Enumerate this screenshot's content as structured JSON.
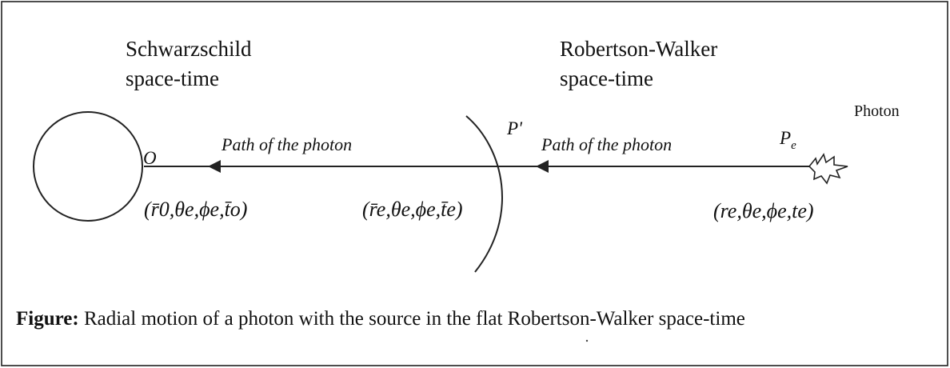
{
  "diagram": {
    "regions": {
      "schwarzschild": [
        "Schwarzschild",
        "space-time"
      ],
      "robertson_walker": [
        "Robertson-Walker",
        "space-time"
      ]
    },
    "photon_label": "Photon",
    "path_labels": [
      "Path of the photon",
      "Path of the photon"
    ],
    "points": {
      "observer": "O",
      "boundary": "P'",
      "emitter": {
        "letter": "P",
        "subscript": "e"
      }
    },
    "coordinates": {
      "observer": "(r̄0,θe,ϕe,t̄o)",
      "boundary": "(r̄e,θe,ϕe,t̄e)",
      "emitter": "(re,θe,ϕe,te)"
    },
    "caption": {
      "bold": "Figure:",
      "text": " Radial motion of a photon with the source in the flat Robertson-Walker space-time"
    }
  }
}
